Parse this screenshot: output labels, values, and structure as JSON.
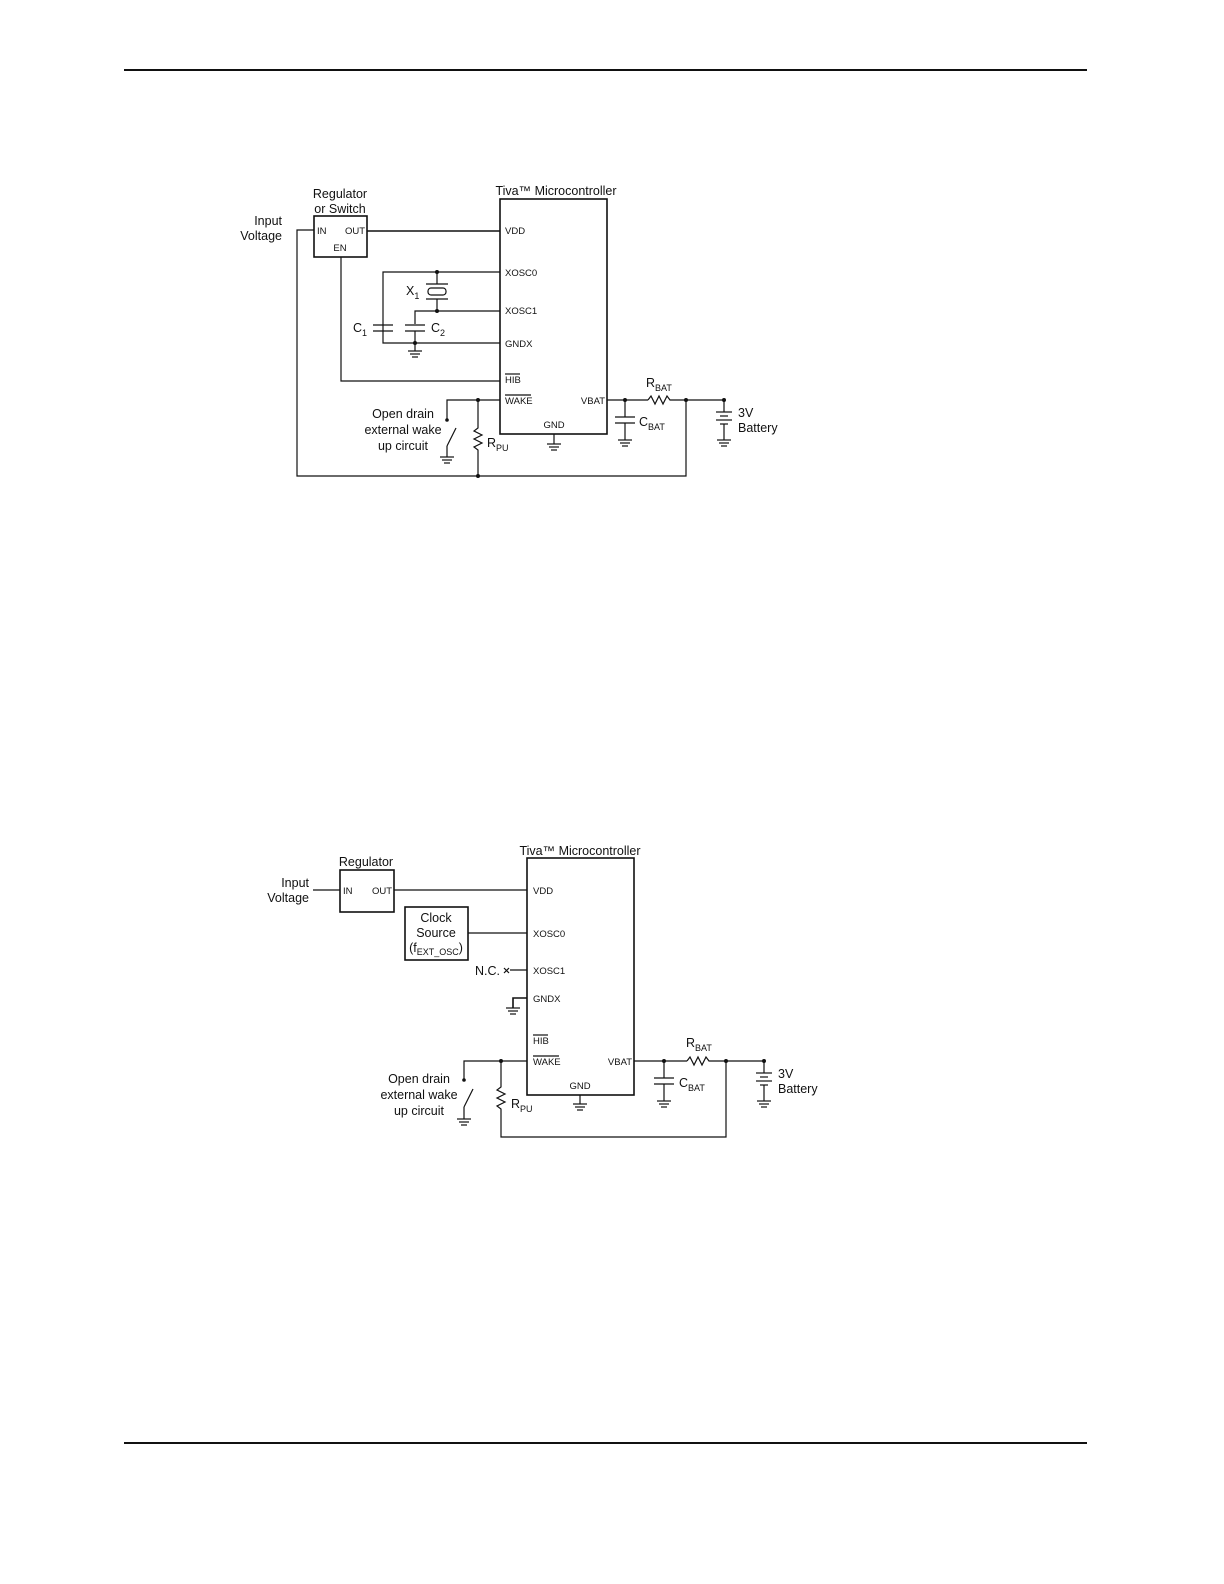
{
  "diagrams": [
    {
      "regulator": {
        "title_line1": "Regulator",
        "title_line2": "or Switch",
        "pin_in": "IN",
        "pin_out": "OUT",
        "pin_en": "EN"
      },
      "input": {
        "line1": "Input",
        "line2": "Voltage"
      },
      "mcu": {
        "title": "Tiva™ Microcontroller",
        "pins": {
          "vdd": "VDD",
          "xosc0": "XOSC0",
          "xosc1": "XOSC1",
          "gndx": "GNDX",
          "hib": "HIB",
          "wake": "WAKE",
          "vbat": "VBAT",
          "gnd": "GND"
        }
      },
      "crystal": {
        "name": "X",
        "sub": "1"
      },
      "c1": {
        "name": "C",
        "sub": "1"
      },
      "c2": {
        "name": "C",
        "sub": "2"
      },
      "rbat": {
        "name": "R",
        "sub": "BAT"
      },
      "cbat": {
        "name": "C",
        "sub": "BAT"
      },
      "rpu": {
        "name": "R",
        "sub": "PU"
      },
      "battery": {
        "line1": "3V",
        "line2": "Battery"
      },
      "wake_circuit": {
        "line1": "Open drain",
        "line2": "external wake",
        "line3": "up circuit"
      }
    },
    {
      "regulator": {
        "title": "Regulator",
        "pin_in": "IN",
        "pin_out": "OUT"
      },
      "input": {
        "line1": "Input",
        "line2": "Voltage"
      },
      "mcu": {
        "title": "Tiva™ Microcontroller",
        "pins": {
          "vdd": "VDD",
          "xosc0": "XOSC0",
          "xosc1": "XOSC1",
          "gndx": "GNDX",
          "hib": "HIB",
          "wake": "WAKE",
          "vbat": "VBAT",
          "gnd": "GND"
        }
      },
      "clock": {
        "line1": "Clock",
        "line2": "Source",
        "line3_prefix": "(f",
        "line3_sub": "EXT_OSC",
        "line3_suffix": ")"
      },
      "nc": "N.C.",
      "rbat": {
        "name": "R",
        "sub": "BAT"
      },
      "cbat": {
        "name": "C",
        "sub": "BAT"
      },
      "rpu": {
        "name": "R",
        "sub": "PU"
      },
      "battery": {
        "line1": "3V",
        "line2": "Battery"
      },
      "wake_circuit": {
        "line1": "Open drain",
        "line2": "external wake",
        "line3": "up circuit"
      }
    }
  ]
}
